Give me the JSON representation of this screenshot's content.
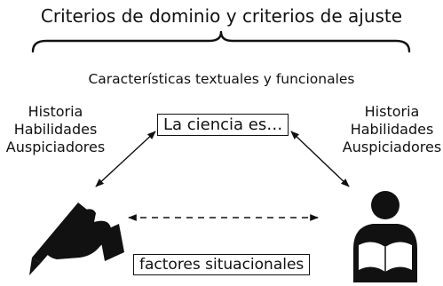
{
  "title": "Criterios de dominio y criterios de ajuste",
  "subtitle": "Características textuales y funcionales",
  "center_box": "La ciencia es…",
  "bottom_box": "factores situacionales",
  "left_list": [
    "Historia",
    "Habilidades",
    "Auspiciadores"
  ],
  "right_list": [
    "Historia",
    "Habilidades",
    "Auspiciadores"
  ],
  "icons": {
    "writer": "hand-writing-with-pen-icon",
    "reader": "person-reading-book-icon"
  },
  "colors": {
    "ink": "#111111",
    "background": "#ffffff"
  }
}
